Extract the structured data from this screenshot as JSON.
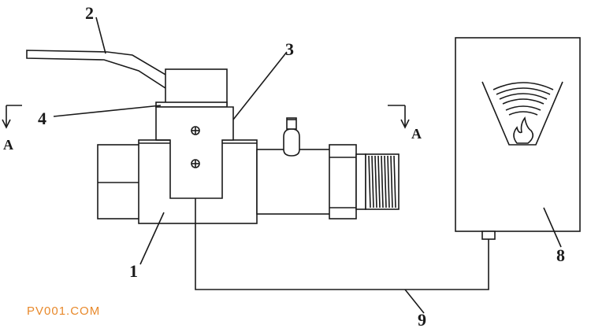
{
  "labels": {
    "n1": "1",
    "n2": "2",
    "n3": "3",
    "n4": "4",
    "n8": "8",
    "n9": "9"
  },
  "section": {
    "left": "A",
    "right": "A"
  },
  "watermark": {
    "text": "PV001.COM",
    "color": "#e8892b"
  }
}
